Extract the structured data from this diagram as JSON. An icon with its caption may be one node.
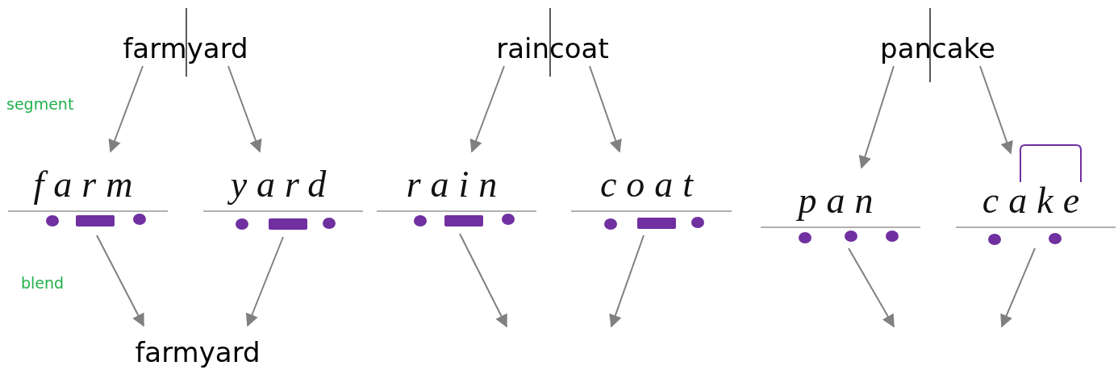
{
  "diagram": {
    "nodes": [
      {
        "text": [
          "farmyard"
        ]
      },
      {
        "text": [
          "raincoat"
        ]
      },
      {
        "text": [
          "pancake"
        ]
      },
      {
        "text": [
          "farm"
        ]
      },
      {
        "text": [
          "yard"
        ]
      },
      {
        "text": [
          "rain"
        ]
      },
      {
        "text": [
          "coat"
        ]
      },
      {
        "text": [
          "pan"
        ]
      },
      {
        "text": [
          "cake"
        ]
      },
      {
        "text": [
          "farmyard"
        ]
      }
    ],
    "edges": [
      {
        "from": 0,
        "to": 3,
        "arrow": "to"
      },
      {
        "from": 0,
        "to": 4,
        "arrow": "to"
      },
      {
        "from": 1,
        "to": 5,
        "arrow": "to"
      },
      {
        "from": 1,
        "to": 6,
        "arrow": "to"
      },
      {
        "from": 2,
        "to": 7,
        "arrow": "to"
      },
      {
        "from": 2,
        "to": 8,
        "arrow": "to"
      },
      {
        "from": 3,
        "to": 9,
        "arrow": "to"
      },
      {
        "from": 4,
        "to": 9,
        "arrow": "to"
      },
      {
        "from": 5,
        "to": null,
        "arrow": "to"
      },
      {
        "from": 6,
        "to": null,
        "arrow": "to"
      },
      {
        "from": 7,
        "to": null,
        "arrow": "to"
      },
      {
        "from": 8,
        "to": null,
        "arrow": "to"
      }
    ],
    "labels": [
      "segment",
      "blend"
    ]
  }
}
